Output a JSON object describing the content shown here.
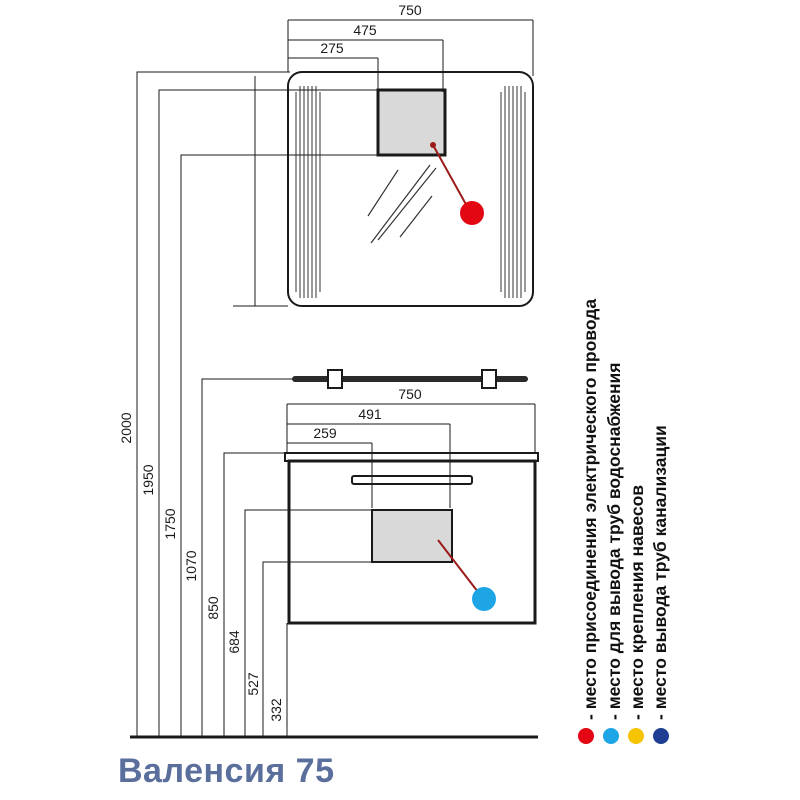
{
  "title": "Валенсия 75",
  "mirror_dims": {
    "width": "750",
    "mid": "475",
    "left": "275"
  },
  "cabinet_dims": {
    "width": "750",
    "mid": "491",
    "left": "259"
  },
  "heights": [
    "2000",
    "1950",
    "1750",
    "1070",
    "850",
    "684",
    "527",
    "332"
  ],
  "legend": [
    {
      "text": "- место присоединения электрического провода",
      "color": "#e30613"
    },
    {
      "text": "- место для вывода труб водоснабжения",
      "color": "#1ea5e6"
    },
    {
      "text": "- место крепления навесов",
      "color": "#f5c400"
    },
    {
      "text": "- место вывода труб канализации",
      "color": "#1f3f94"
    }
  ],
  "colors": {
    "outline": "#1a1a1a",
    "panel_fill": "#d9d9d9",
    "title": "#5a6f9c"
  }
}
